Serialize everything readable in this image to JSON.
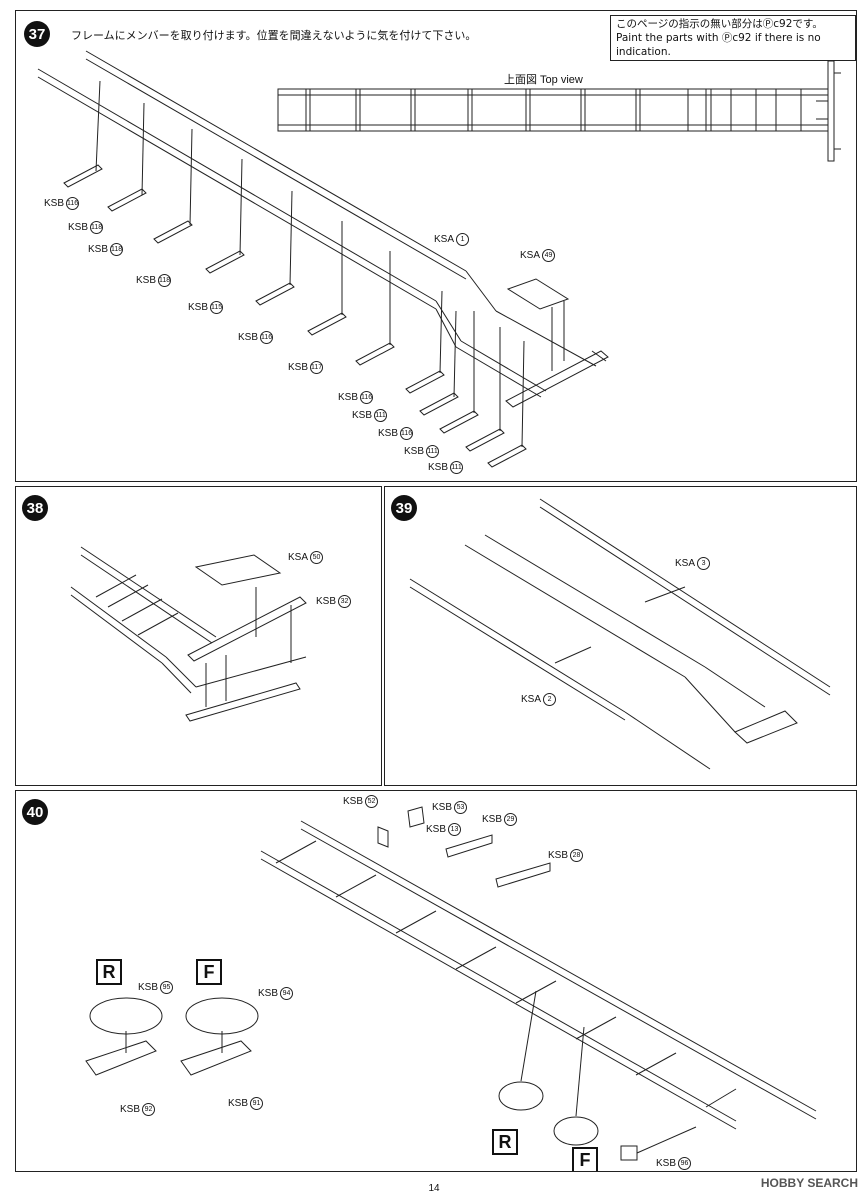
{
  "step37": {
    "number": "37",
    "instruction": "フレームにメンバーを取り付けます。位置を間違えないように気を付けて下さい。",
    "note_jp": "このページの指示の無い部分はⓅc92です。",
    "note_en": "Paint the parts with Ⓟc92 if there is no indication.",
    "topview_label": "上面図 Top view",
    "parts": [
      {
        "code": "KSB",
        "num": "116"
      },
      {
        "code": "KSB",
        "num": "118"
      },
      {
        "code": "KSB",
        "num": "118"
      },
      {
        "code": "KSB",
        "num": "118"
      },
      {
        "code": "KSB",
        "num": "115"
      },
      {
        "code": "KSB",
        "num": "116"
      },
      {
        "code": "KSB",
        "num": "117"
      },
      {
        "code": "KSB",
        "num": "116"
      },
      {
        "code": "KSB",
        "num": "111"
      },
      {
        "code": "KSB",
        "num": "116"
      },
      {
        "code": "KSB",
        "num": "111"
      },
      {
        "code": "KSB",
        "num": "111"
      },
      {
        "code": "KSA",
        "num": "1"
      },
      {
        "code": "KSA",
        "num": "49"
      }
    ]
  },
  "step38": {
    "number": "38",
    "parts": [
      {
        "code": "KSA",
        "num": "50"
      },
      {
        "code": "KSB",
        "num": "32"
      }
    ]
  },
  "step39": {
    "number": "39",
    "parts": [
      {
        "code": "KSA",
        "num": "3"
      },
      {
        "code": "KSA",
        "num": "2"
      }
    ]
  },
  "step40": {
    "number": "40",
    "marker_r": "R",
    "marker_f": "F",
    "parts": [
      {
        "code": "KSB",
        "num": "52"
      },
      {
        "code": "KSB",
        "num": "53"
      },
      {
        "code": "KSB",
        "num": "13"
      },
      {
        "code": "KSB",
        "num": "29"
      },
      {
        "code": "KSB",
        "num": "28"
      },
      {
        "code": "KSB",
        "num": "95"
      },
      {
        "code": "KSB",
        "num": "94"
      },
      {
        "code": "KSB",
        "num": "92"
      },
      {
        "code": "KSB",
        "num": "91"
      },
      {
        "code": "KSB",
        "num": "96"
      }
    ]
  },
  "footer": {
    "page_number": "14",
    "watermark": "HOBBY SEARCH"
  }
}
